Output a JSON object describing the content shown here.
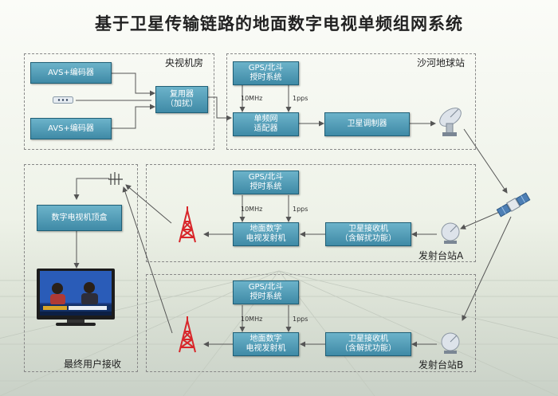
{
  "title": "基于卫星传输链路的地面数字电视单频组网系统",
  "regions": {
    "cctv": "央视机房",
    "shahe": "沙河地球站",
    "user": "最终用户接收",
    "siteA": "发射台站A",
    "siteB": "发射台站B"
  },
  "boxes": {
    "avs1": "AVS+编码器",
    "avs2": "AVS+编码器",
    "mux": [
      "复用器",
      "（加扰）"
    ],
    "gps_top": [
      "GPS/北斗",
      "授时系统"
    ],
    "sfn_adapter": [
      "单频网",
      "适配器"
    ],
    "sat_mod": "卫星调制器",
    "stb": "数字电视机顶盒",
    "gps_a": [
      "GPS/北斗",
      "授时系统"
    ],
    "tx_a": [
      "地面数字",
      "电视发射机"
    ],
    "rx_a": [
      "卫星接收机",
      "（含解扰功能）"
    ],
    "gps_b": [
      "GPS/北斗",
      "授时系统"
    ],
    "tx_b": [
      "地面数字",
      "电视发射机"
    ],
    "rx_b": [
      "卫星接收机",
      "（含解扰功能）"
    ]
  },
  "signals": {
    "clock": "10MHz",
    "pps": "1pps"
  },
  "icons": {
    "dish": "satellite-dish-icon",
    "satellite": "satellite-icon",
    "tower": "transmitter-tower-icon",
    "antenna": "rooftop-antenna-icon",
    "tv": "television-icon",
    "encoder_ellipsis": "device-ellipsis-icon"
  },
  "colors": {
    "box_top": "#6cb3ca",
    "box_bottom": "#3f8aa6",
    "tower": "#d8262a",
    "line": "#555555"
  }
}
